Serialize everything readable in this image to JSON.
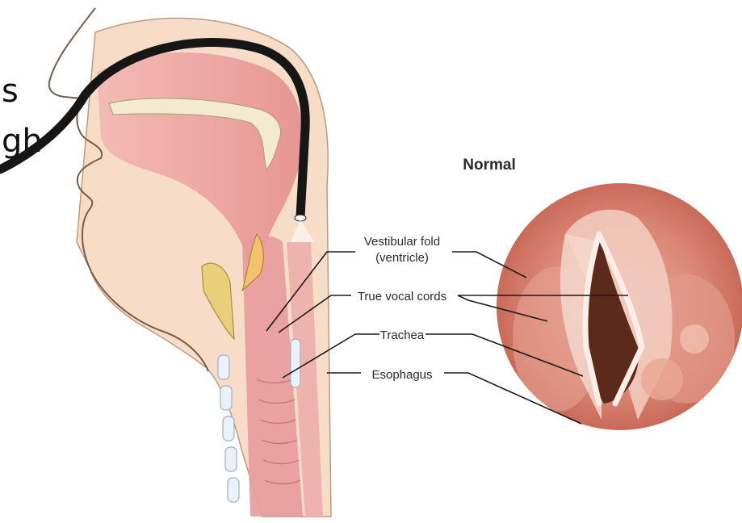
{
  "slide_text_fragments": [
    "s",
    "gh"
  ],
  "view_title": "Normal",
  "labels": {
    "vestibular_fold_line1": "Vestibular fold",
    "vestibular_fold_line2": "(ventricle)",
    "true_vocal_cords": "True vocal cords",
    "trachea": "Trachea",
    "esophagus": "Esophagus"
  },
  "colors": {
    "skin": "#f7dcc8",
    "mucosa_pink": "#eaa0a0",
    "tube": "#161616",
    "cartilage": "#e8cf7a",
    "laryngoscopy_tissue": "#c96a5a",
    "glottis_dark": "#5c2a1c"
  }
}
